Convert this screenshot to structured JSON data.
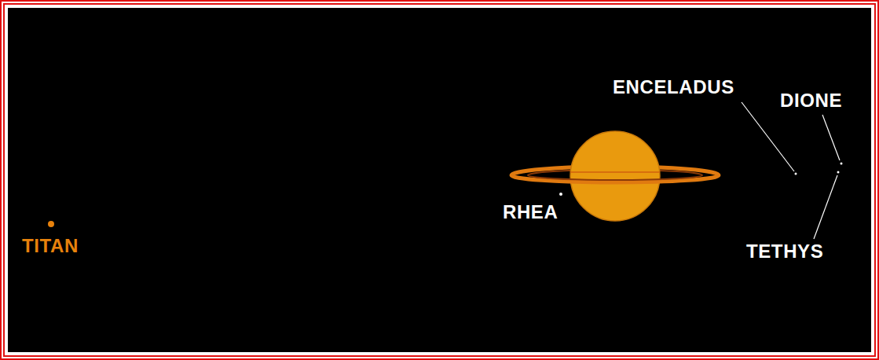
{
  "diagram": {
    "labels": [
      "ENCELADUS",
      "DIONE",
      "RHEA",
      "TETHYS",
      "TITAN"
    ]
  }
}
